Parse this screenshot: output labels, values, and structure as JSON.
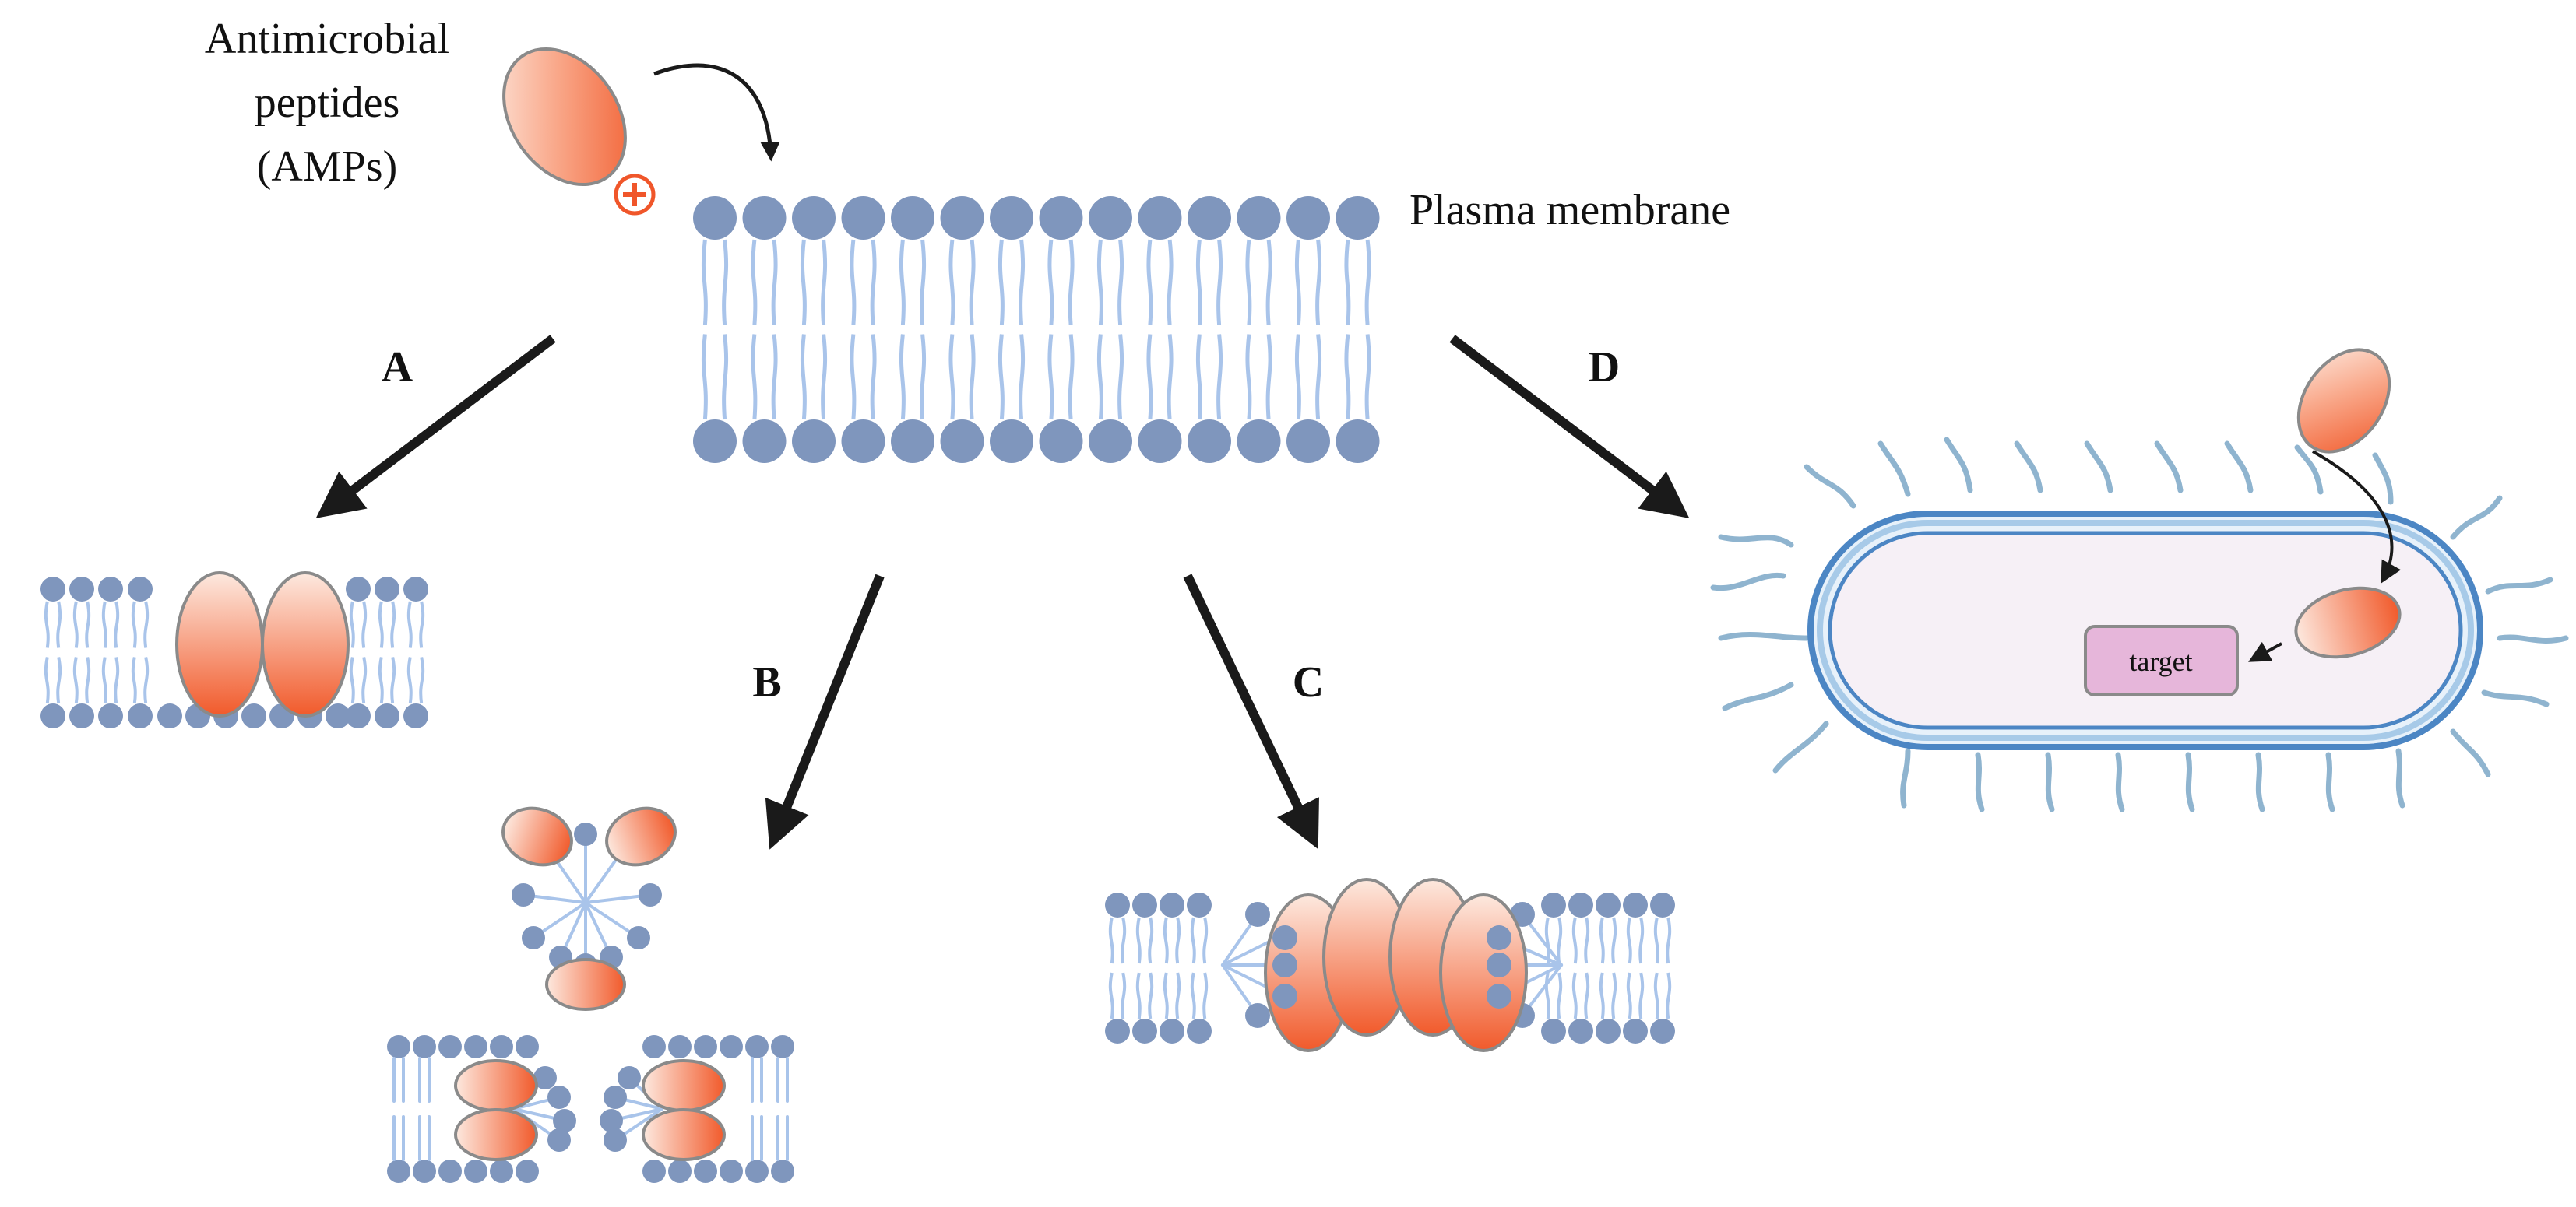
{
  "labels": {
    "amp_line1": "Antimicrobial",
    "amp_line2": "peptides",
    "amp_line3": "(AMPs)",
    "plasma_membrane": "Plasma membrane",
    "target": "target",
    "positive_sign": "+"
  },
  "panels": {
    "a": "A",
    "b": "B",
    "c": "C",
    "d": "D"
  },
  "colors": {
    "lipid_head": "#7f96bd",
    "lipid_tail": "#a9c4ea",
    "peptide_light": "#fde7dc",
    "peptide_dark": "#f26a3a",
    "peptide_stroke": "#8a8a8a",
    "arrow": "#1a1a1a",
    "cell_interior": "#f6f0f6",
    "cell_wall": "#4c86c4",
    "cell_wall_light": "#a7cae8",
    "flagella": "#8fb4cf",
    "target_fill": "#e6b6da",
    "target_stroke": "#8a8a8a",
    "charge": "#f0562a"
  }
}
